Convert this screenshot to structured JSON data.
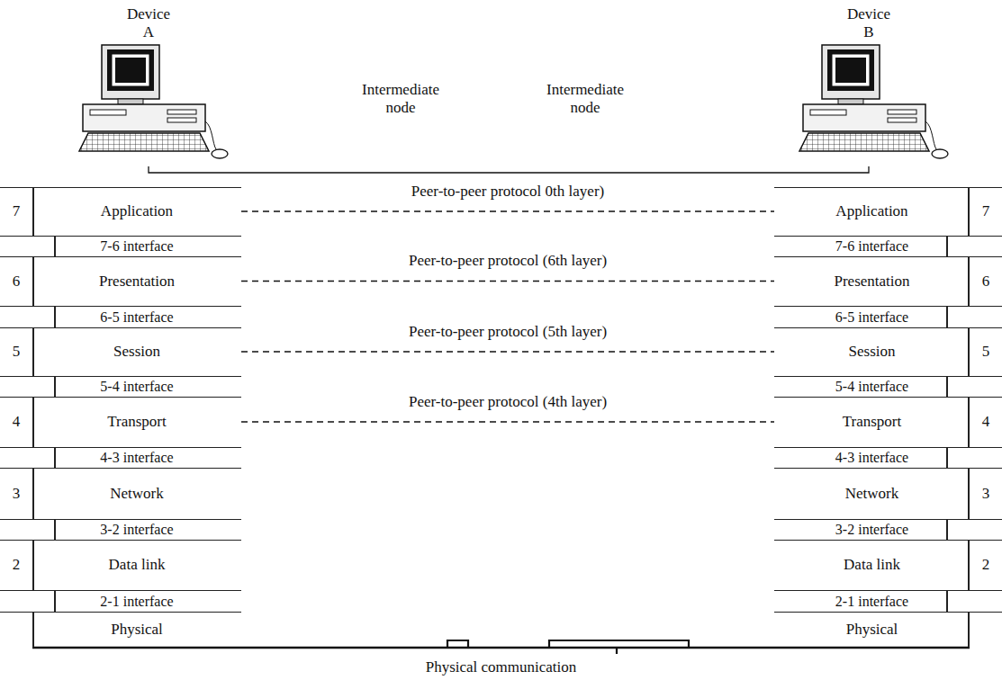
{
  "diagram": {
    "nodes": [
      {
        "text": [
          "Device A"
        ]
      },
      {
        "text": [
          "Device B"
        ]
      },
      {
        "text": [
          "7",
          "Application"
        ]
      },
      {
        "text": [
          "7-6 interface"
        ]
      },
      {
        "text": [
          "6",
          "Presentation"
        ]
      },
      {
        "text": [
          "6-5 interface"
        ]
      },
      {
        "text": [
          "5",
          "Session"
        ]
      },
      {
        "text": [
          "5-4 interface"
        ]
      },
      {
        "text": [
          "4",
          "Transport"
        ]
      },
      {
        "text": [
          "4-3 interface"
        ]
      },
      {
        "text": [
          "3",
          "Network"
        ]
      },
      {
        "text": [
          "3-2 interface"
        ]
      },
      {
        "text": [
          "2",
          "Data link"
        ]
      },
      {
        "text": [
          "2-1 interface"
        ]
      },
      {
        "text": [
          "Physical"
        ]
      },
      {
        "text": [
          "Application",
          "7"
        ]
      },
      {
        "text": [
          "7-6 interface"
        ]
      },
      {
        "text": [
          "Presentation",
          "6"
        ]
      },
      {
        "text": [
          "6-5 interface"
        ]
      },
      {
        "text": [
          "Session",
          "5"
        ]
      },
      {
        "text": [
          "5-4 interface"
        ]
      },
      {
        "text": [
          "Transport",
          "4"
        ]
      },
      {
        "text": [
          "4-3 interface"
        ]
      },
      {
        "text": [
          "Network",
          "3"
        ]
      },
      {
        "text": [
          "3-2 interface"
        ]
      },
      {
        "text": [
          "Data link",
          "2"
        ]
      },
      {
        "text": [
          "2-1 interface"
        ]
      },
      {
        "text": [
          "Physical"
        ]
      }
    ],
    "edges": [
      {
        "from": 0,
        "to": 1,
        "arrow": "none"
      },
      {
        "from": 2,
        "to": 15,
        "label": "Peer-to-peer protocol 0th layer)",
        "arrow": "none"
      },
      {
        "from": 4,
        "to": 17,
        "label": "Peer-to-peer protocol (6th layer)",
        "arrow": "none"
      },
      {
        "from": 6,
        "to": 19,
        "label": "Peer-to-peer protocol (5th layer)",
        "arrow": "none"
      },
      {
        "from": 8,
        "to": 21,
        "label": "Peer-to-peer protocol (4th layer)",
        "arrow": "none"
      },
      {
        "from": 14,
        "to": 27,
        "label": "Physical communication",
        "arrow": "none"
      }
    ],
    "labels": [
      "Intermediate node",
      "Intermediate node"
    ]
  }
}
